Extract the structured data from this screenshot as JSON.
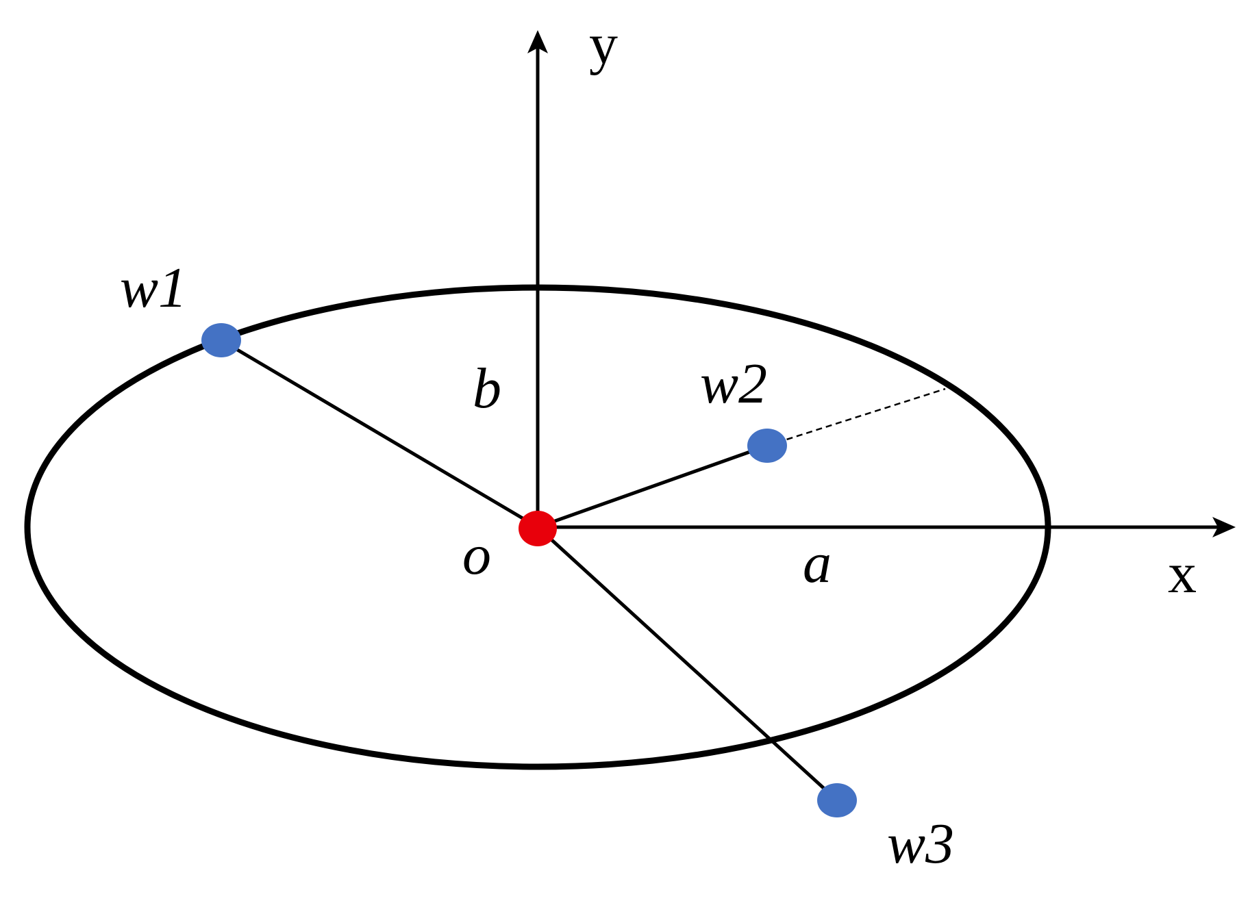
{
  "diagram": {
    "labels": {
      "y_axis": "y",
      "x_axis": "x",
      "origin": "o",
      "semi_major": "a",
      "semi_minor": "b",
      "w1": "w1",
      "w2": "w2",
      "w3": "w3"
    },
    "colors": {
      "stroke": "#000000",
      "origin_point": "#e8000b",
      "points": "#4472c4",
      "background": "#ffffff"
    },
    "icons": {
      "origin": "red-dot-icon",
      "points": "blue-dot-icon",
      "axis_arrow": "arrow-head-icon"
    }
  }
}
